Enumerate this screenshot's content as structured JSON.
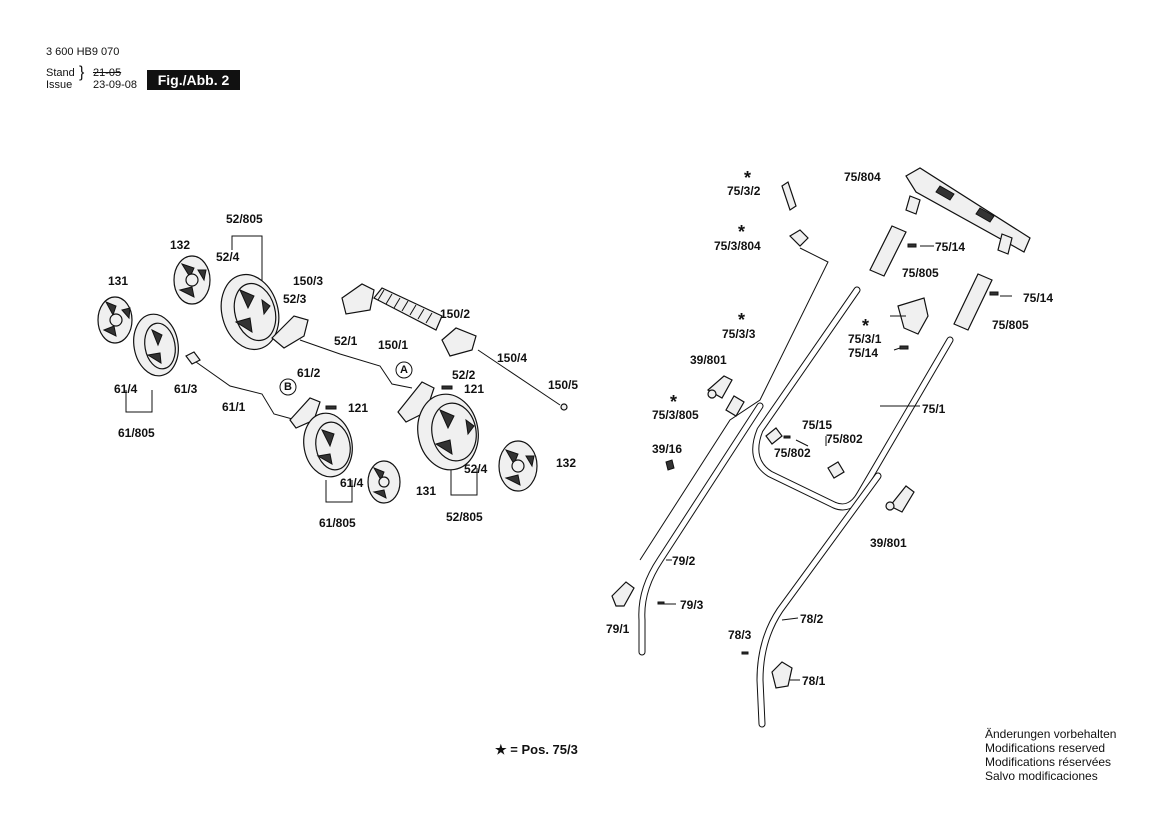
{
  "header": {
    "doc_number": "3 600 HB9 070",
    "stand_label": "Stand",
    "issue_label": "Issue",
    "stand_date": "21-05",
    "issue_date": "23-09-08",
    "figure": "Fig./Abb. 2"
  },
  "labels": {
    "p52_805_top": "52/805",
    "p132_top": "132",
    "p52_4_top": "52/4",
    "p131_left": "131",
    "p52_3": "52/3",
    "p150_3": "150/3",
    "p150_2": "150/2",
    "p150_1": "150/1",
    "p52_1": "52/1",
    "p150_4": "150/4",
    "p150_5": "150/5",
    "markA": "A",
    "p52_2": "52/2",
    "p121_a": "121",
    "p61_4_left": "61/4",
    "p61_3": "61/3",
    "p61_1": "61/1",
    "markB": "B",
    "p61_2": "61/2",
    "p121_b": "121",
    "p61_805_left": "61/805",
    "p52_4_bottom": "52/4",
    "p132_bottom": "132",
    "p61_4_bottom": "61/4",
    "p131_bottom": "131",
    "p61_805_bottom": "61/805",
    "p52_805_bottom": "52/805",
    "p75_3_2": "75/3/2",
    "p75_3_804": "75/3/804",
    "p75_3_3": "75/3/3",
    "p39_801_left": "39/801",
    "p75_3_805": "75/3/805",
    "p39_16": "39/16",
    "p75_804": "75/804",
    "p75_14_top": "75/14",
    "p75_805_top": "75/805",
    "p75_14_right": "75/14",
    "p75_805_right": "75/805",
    "p75_3_1": "75/3/1",
    "p75_14_mid": "75/14",
    "p75_1": "75/1",
    "p75_15": "75/15",
    "p75_802_a": "75/802",
    "p75_802_b": "75/802",
    "p39_801_right": "39/801",
    "p79_2": "79/2",
    "p79_3": "79/3",
    "p79_1": "79/1",
    "p78_3": "78/3",
    "p78_2": "78/2",
    "p78_1": "78/1"
  },
  "legend": {
    "star": "★",
    "text": "= Pos. 75/3"
  },
  "notes": [
    "Änderungen vorbehalten",
    "Modifications reserved",
    "Modifications réservées",
    "Salvo modificaciones"
  ]
}
